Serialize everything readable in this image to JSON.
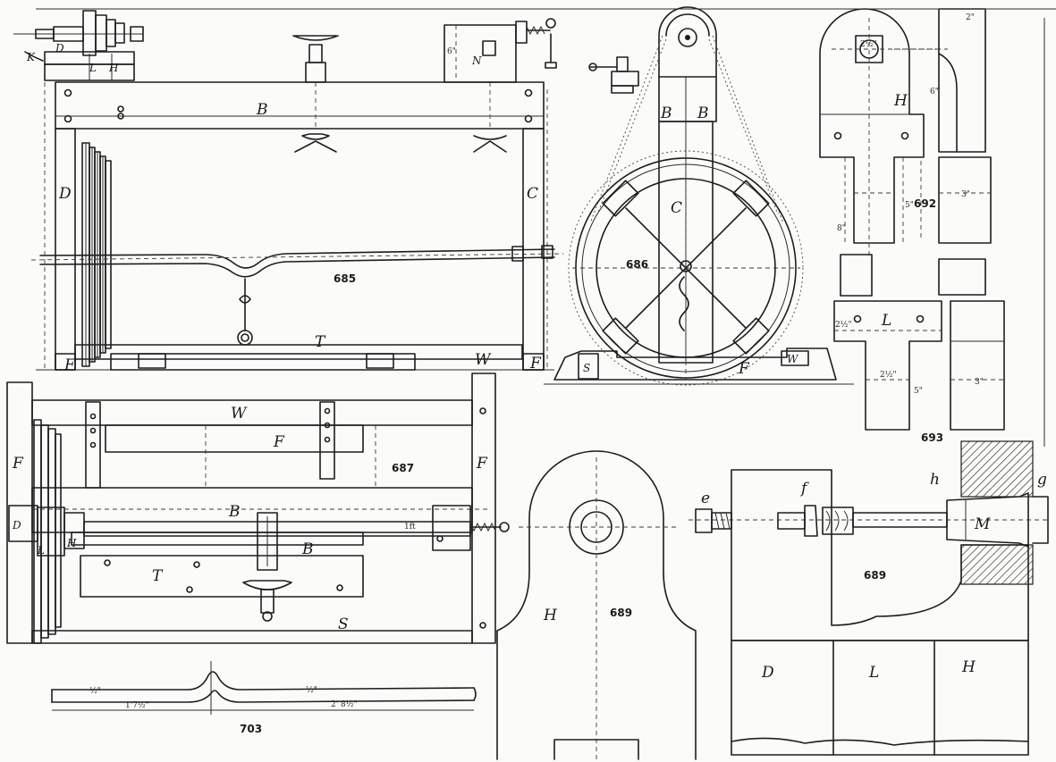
{
  "figures": {
    "f685": "685",
    "f686": "686",
    "f687": "687",
    "f689a": "689",
    "f689b": "689",
    "f692": "692",
    "f693": "693",
    "f703": "703"
  },
  "fig685": {
    "K": "K",
    "D_small": "D",
    "L_small": "L",
    "H_small": "H",
    "B": "B",
    "D": "D",
    "C": "C",
    "T": "T",
    "W": "W",
    "F_left": "F",
    "F_right": "F",
    "N": "N",
    "dim_6": "6\""
  },
  "fig686": {
    "B_left": "B",
    "B_right": "B",
    "C": "C",
    "F": "F",
    "W": "W",
    "S": "S"
  },
  "fig692": {
    "H": "H",
    "dim_25": "2½\"",
    "dim_6": "6\"",
    "dim_5": "5\"",
    "dim_8": "8\"",
    "dim_3": "3\"",
    "dim_2": "2\""
  },
  "fig693": {
    "L": "L",
    "dim_2a": "2½\"",
    "dim_2b": "2½\"",
    "dim_5": "5\"",
    "dim_3": "3\""
  },
  "fig687": {
    "W": "W",
    "F_mid": "F",
    "F_left": "F",
    "F_right": "F",
    "B_top": "B",
    "B_bottom": "B",
    "D": "D",
    "L": "L",
    "H": "H",
    "T": "T",
    "S": "S",
    "dim": "1ft"
  },
  "fig689_left": {
    "H": "H"
  },
  "fig689_right": {
    "e": "e",
    "f": "f",
    "h": "h",
    "g": "g",
    "M": "M",
    "D": "D",
    "L": "L",
    "H": "H"
  },
  "fig703": {
    "dim_a": "1'7½\"",
    "dim_b": "2' 8½\"",
    "dim_c": "½\"",
    "dim_d": "½\""
  }
}
